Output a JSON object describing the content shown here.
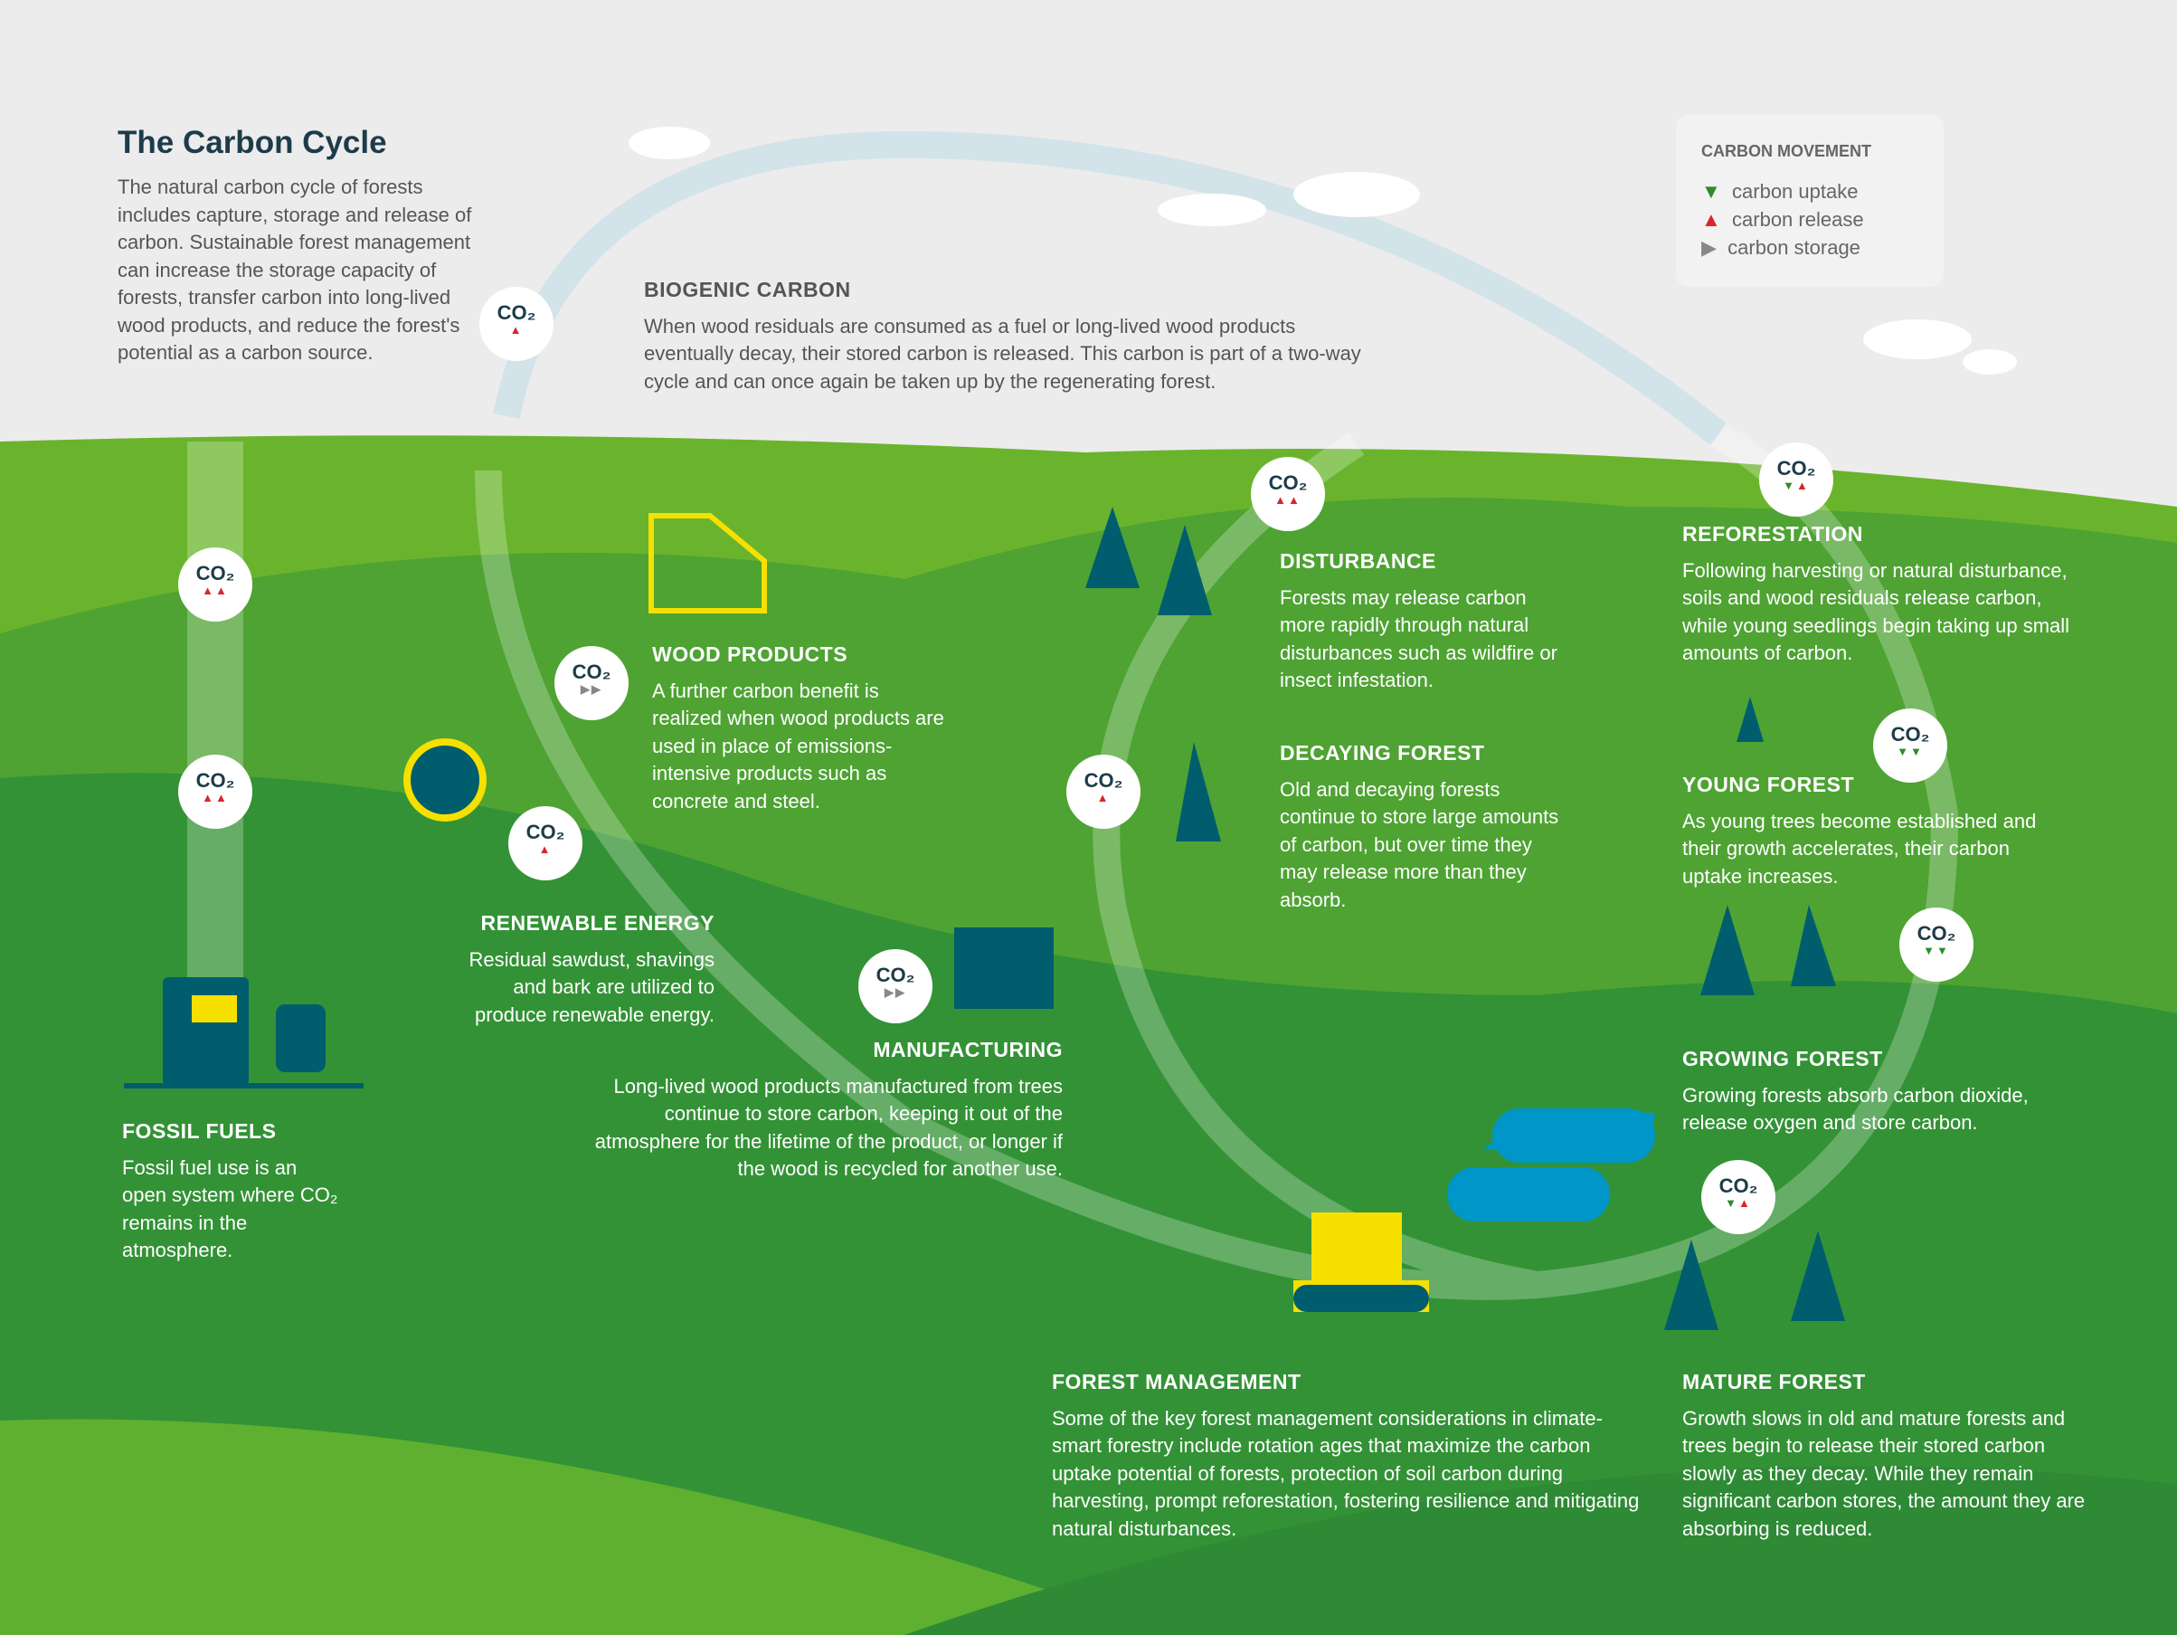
{
  "title": "The Carbon Cycle",
  "intro": "The natural carbon cycle of forests includes capture, storage and release of carbon. Sustainable forest management can increase the storage capacity of forests, transfer carbon into long-lived wood products, and reduce the forest's potential as a carbon source.",
  "legend": {
    "title": "CARBON MOVEMENT",
    "items": [
      {
        "label": "carbon uptake",
        "color": "#2e8b2e"
      },
      {
        "label": "carbon release",
        "color": "#d9262b"
      },
      {
        "label": "carbon storage",
        "color": "#888888"
      }
    ]
  },
  "co2_label": "CO₂",
  "sections": {
    "biogenic": {
      "heading": "BIOGENIC CARBON",
      "text": "When wood residuals are consumed as a fuel or long-lived wood products eventually decay, their stored carbon is released. This carbon is part of a two-way cycle and can once again be taken up by the regenerating forest."
    },
    "wood_products": {
      "heading": "WOOD PRODUCTS",
      "text": "A further carbon benefit is realized when wood products are used in place of emissions-intensive products such as concrete and steel."
    },
    "renewable": {
      "heading": "RENEWABLE ENERGY",
      "text": "Residual sawdust, shavings and bark are utilized to produce renewable energy."
    },
    "manufacturing": {
      "heading": "MANUFACTURING",
      "text": "Long-lived wood products manufactured from trees continue to store carbon, keeping it out of the atmosphere for the lifetime of the product, or longer if the wood is recycled for another use."
    },
    "fossil": {
      "heading": "FOSSIL FUELS",
      "text": "Fossil fuel use is an open system where CO₂ remains in the atmosphere."
    },
    "disturbance": {
      "heading": "DISTURBANCE",
      "text": "Forests may release carbon more rapidly through natural disturbances such as wildfire or insect infestation."
    },
    "decaying": {
      "heading": "DECAYING FOREST",
      "text": "Old and decaying forests continue to store large amounts of carbon, but over time they may release more than they absorb."
    },
    "reforestation": {
      "heading": "REFORESTATION",
      "text": "Following harvesting or natural disturbance, soils and wood residuals release carbon, while young seedlings begin taking up small amounts of carbon."
    },
    "young": {
      "heading": "YOUNG FOREST",
      "text": "As young trees become established and their growth accelerates, their carbon uptake increases."
    },
    "growing": {
      "heading": "GROWING FOREST",
      "text": "Growing forests absorb carbon dioxide, release oxygen and store carbon."
    },
    "mature": {
      "heading": "MATURE FOREST",
      "text": "Growth slows in old and mature forests and trees begin to release their stored carbon slowly as they decay. While they remain significant carbon stores, the amount they are absorbing is reduced."
    },
    "management": {
      "heading": "FOREST MANAGEMENT",
      "text": "Some of the key forest management considerations in climate-smart forestry include rotation ages that maximize the carbon uptake potential of forests, protection of soil carbon during harvesting, prompt reforestation, fostering resilience and mitigating natural disturbances."
    }
  }
}
